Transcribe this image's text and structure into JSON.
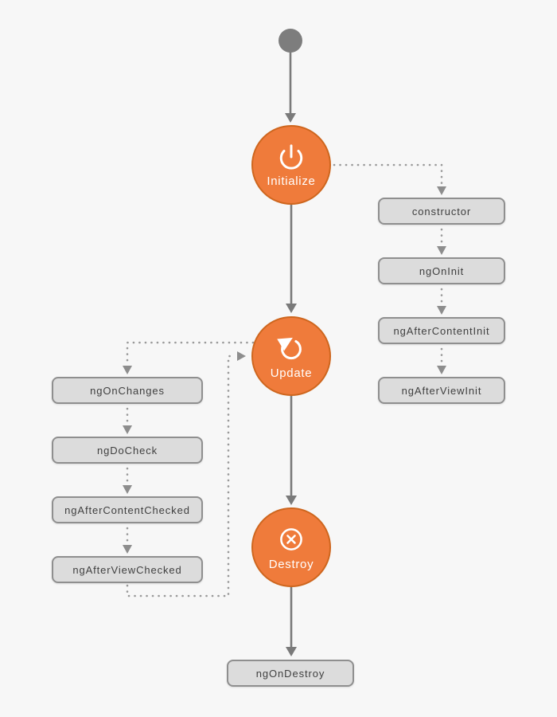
{
  "diagram": {
    "stages": {
      "initialize": {
        "label": "Initialize",
        "icon": "power-icon"
      },
      "update": {
        "label": "Update",
        "icon": "refresh-icon"
      },
      "destroy": {
        "label": "Destroy",
        "icon": "x-circle-icon"
      }
    },
    "init_hooks": [
      "constructor",
      "ngOnInit",
      "ngAfterContentInit",
      "ngAfterViewInit"
    ],
    "update_hooks": [
      "ngOnChanges",
      "ngDoCheck",
      "ngAfterContentChecked",
      "ngAfterViewChecked"
    ],
    "destroy_hooks": [
      "ngOnDestroy"
    ],
    "colors": {
      "background": "#f7f7f7",
      "stage_fill": "#ef7b3b",
      "stage_border": "#ce661e",
      "stage_text": "#ffffff",
      "hook_fill": "#dcdcdc",
      "hook_border": "#8f8f8f",
      "hook_text": "#3f3f3f",
      "start_dot": "#7d7d7d",
      "solid_connector": "#7a7a7a",
      "dotted_connector": "#9a9a9a"
    }
  }
}
